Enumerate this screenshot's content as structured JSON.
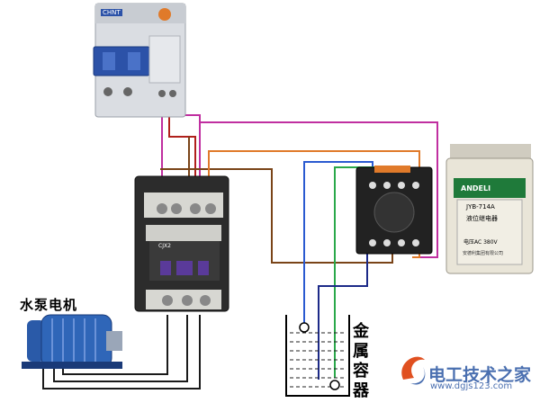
{
  "labels": {
    "motor": "水泵电机",
    "container": "金属容器",
    "watermark": "电工技术之家",
    "watermark_url": "www.dgjs123.com"
  },
  "devices": {
    "breaker_brand": "CHNT",
    "relay_brand": "ANDELI",
    "relay_model": "JYB-714A",
    "relay_name": "液位继电器",
    "relay_voltage": "电压AC 380V",
    "relay_maker": "安德利集团有限公司",
    "contactor_mark": "CJX2"
  },
  "colors": {
    "wire_magenta": "#c02fa0",
    "wire_brown": "#7a4418",
    "wire_orange": "#e07a2a",
    "wire_red": "#b0201c",
    "wire_blue": "#2a5ad0",
    "wire_green": "#2aa84a",
    "wire_navy": "#1c2a88",
    "wire_black": "#1a1a1a",
    "breaker_handle": "#2c52a8",
    "contactor_body": "#2c2c2c",
    "relay_body": "#e9e5d8",
    "water": "#222222"
  }
}
